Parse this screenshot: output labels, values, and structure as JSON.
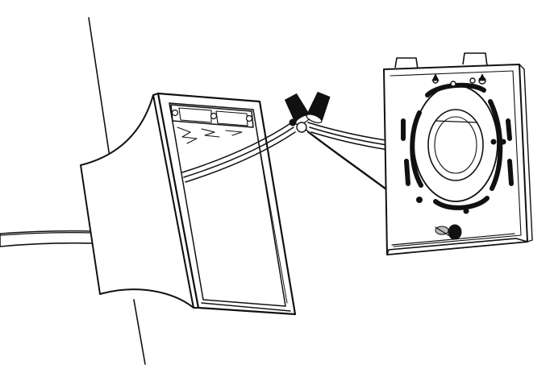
{
  "diagram": {
    "type": "line-art installation illustration",
    "colors": {
      "stroke": "#111111",
      "background": "#ffffff",
      "fill": "#ffffff",
      "shade": "#bdbdbd"
    },
    "parts": [
      "wall",
      "conduit",
      "junction-box-adapter",
      "wire-bundle",
      "wire-nuts",
      "ground-screw",
      "mounting-plate"
    ]
  }
}
